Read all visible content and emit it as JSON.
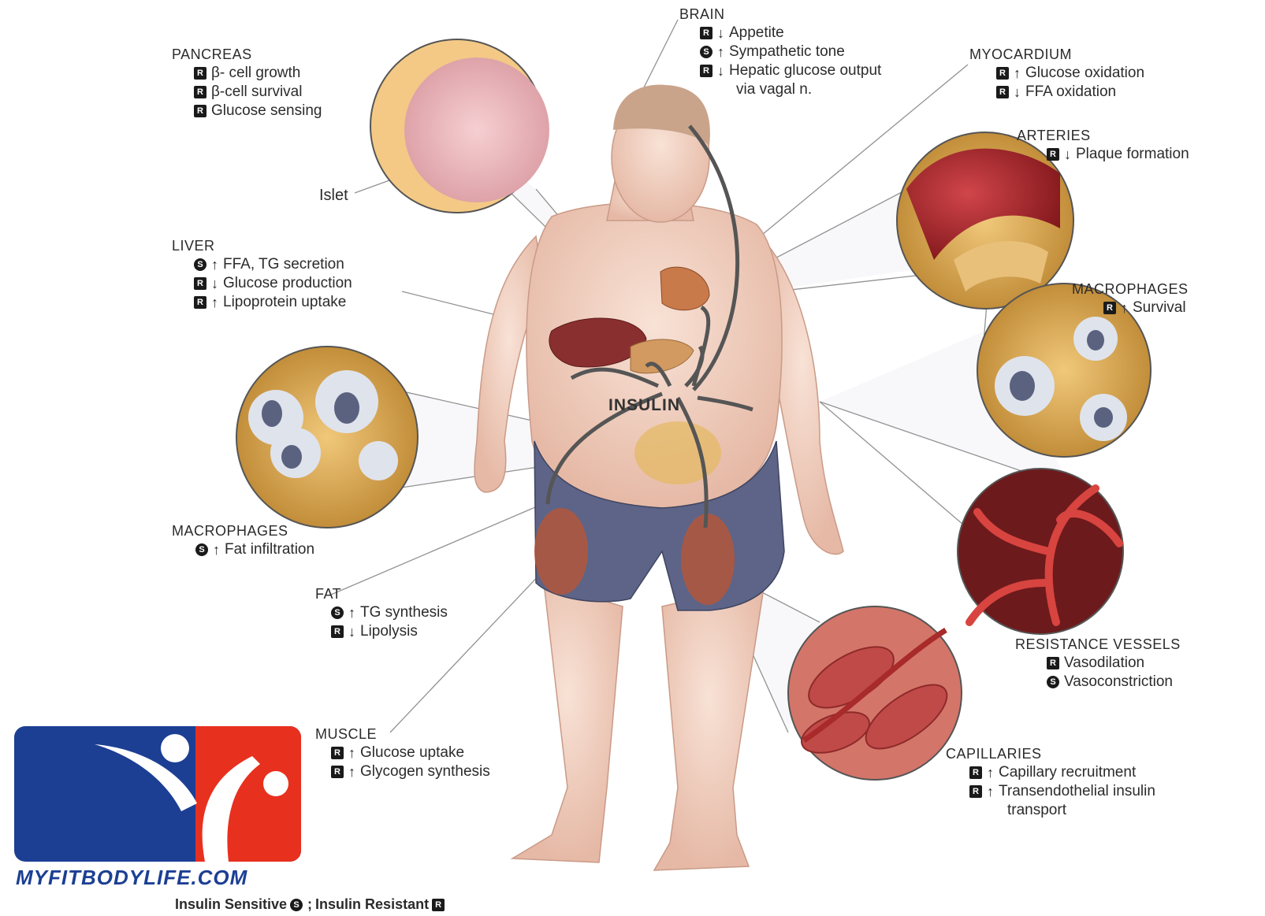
{
  "labels": {
    "brain": {
      "title": "BRAIN",
      "items": [
        {
          "badge": "R",
          "arrow": "↓",
          "text": "Appetite"
        },
        {
          "badge": "S",
          "arrow": "↑",
          "text": "Sympathetic tone"
        },
        {
          "badge": "R",
          "arrow": "↓",
          "text": "Hepatic glucose output"
        },
        {
          "badge": "",
          "arrow": "",
          "text": "via vagal n."
        }
      ]
    },
    "pancreas": {
      "title": "PANCREAS",
      "items": [
        {
          "badge": "R",
          "arrow": "",
          "text": "β- cell growth"
        },
        {
          "badge": "R",
          "arrow": "",
          "text": "β-cell survival"
        },
        {
          "badge": "R",
          "arrow": "",
          "text": "Glucose sensing"
        }
      ]
    },
    "myocardium": {
      "title": "MYOCARDIUM",
      "items": [
        {
          "badge": "R",
          "arrow": "↑",
          "text": "Glucose oxidation"
        },
        {
          "badge": "R",
          "arrow": "↓",
          "text": "FFA oxidation"
        }
      ]
    },
    "arteries": {
      "title": "ARTERIES",
      "items": [
        {
          "badge": "R",
          "arrow": "↓",
          "text": "Plaque formation"
        }
      ]
    },
    "liver": {
      "title": "LIVER",
      "items": [
        {
          "badge": "S",
          "arrow": "↑",
          "text": "FFA, TG secretion"
        },
        {
          "badge": "R",
          "arrow": "↓",
          "text": "Glucose production"
        },
        {
          "badge": "R",
          "arrow": "↑",
          "text": "Lipoprotein uptake"
        }
      ]
    },
    "macrophages_right": {
      "title": "MACROPHAGES",
      "items": [
        {
          "badge": "R",
          "arrow": "↑",
          "text": "Survival"
        }
      ]
    },
    "macrophages_left": {
      "title": "MACROPHAGES",
      "items": [
        {
          "badge": "S",
          "arrow": "↑",
          "text": "Fat infiltration"
        }
      ]
    },
    "fat": {
      "title": "FAT",
      "items": [
        {
          "badge": "S",
          "arrow": "↑",
          "text": "TG synthesis"
        },
        {
          "badge": "R",
          "arrow": "↓",
          "text": "Lipolysis"
        }
      ]
    },
    "resistance_vessels": {
      "title": "RESISTANCE VESSELS",
      "items": [
        {
          "badge": "R",
          "arrow": "",
          "text": "Vasodilation"
        },
        {
          "badge": "S",
          "arrow": "",
          "text": "Vasoconstriction"
        }
      ]
    },
    "muscle": {
      "title": "MUSCLE",
      "items": [
        {
          "badge": "R",
          "arrow": "↑",
          "text": "Glucose uptake"
        },
        {
          "badge": "R",
          "arrow": "↑",
          "text": "Glycogen synthesis"
        }
      ]
    },
    "capillaries": {
      "title": "CAPILLARIES",
      "items": [
        {
          "badge": "R",
          "arrow": "↑",
          "text": "Capillary recruitment"
        },
        {
          "badge": "R",
          "arrow": "↑",
          "text": "Transendothelial insulin"
        },
        {
          "badge": "",
          "arrow": "",
          "text": "transport"
        }
      ]
    }
  },
  "center_label": "INSULIN",
  "islet_label": "Islet",
  "logo_text": "MYFITBODYLIFE.COM",
  "legend": {
    "sensitive_text": "Insulin Sensitive",
    "separator": ";",
    "resistant_text": "Insulin Resistant",
    "sensitive_badge": "S",
    "resistant_badge": "R"
  },
  "colors": {
    "skin": "#f3d3c4",
    "shorts": "#5d6487",
    "muscle": "#b3563b",
    "vessel": "#a8232a",
    "fat": "#d9a94b",
    "logo_blue": "#1c3f94",
    "logo_red": "#e8301f"
  }
}
